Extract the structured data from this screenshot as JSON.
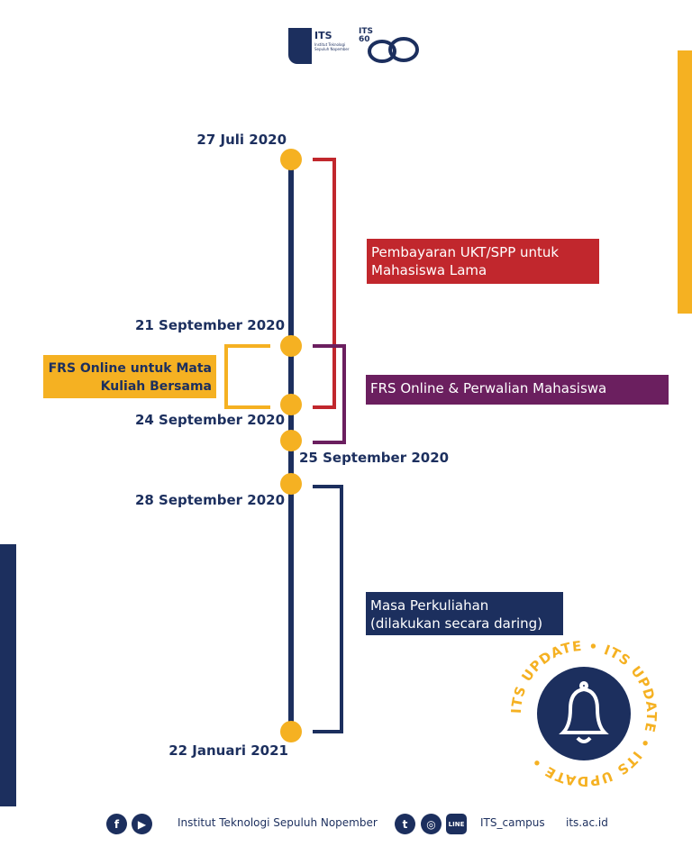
{
  "header": {
    "logo_its": "ITS",
    "logo_its_subtitle": "Institut Teknologi Sepuluh Nopember",
    "logo_60": "ITS 60"
  },
  "colors": {
    "navy": "#1c2f5e",
    "yellow": "#f5b122",
    "red": "#c1272d",
    "purple": "#6b1f5f"
  },
  "timeline": {
    "dates": [
      "27 Juli 2020",
      "21 September 2020",
      "24 September 2020",
      "25 September 2020",
      "28 September 2020",
      "22 Januari 2021"
    ],
    "events": [
      {
        "label": "Pembayaran UKT/SPP untuk Mahasiswa Lama",
        "color": "#c1272d"
      },
      {
        "label": "FRS Online & Perwalian Mahasiswa",
        "color": "#6b1f5f"
      },
      {
        "label": "FRS Online untuk Mata Kuliah Bersama",
        "color": "#f5b122"
      },
      {
        "label": "Masa Perkuliahan (dilakukan secara daring)",
        "color": "#1c2f5e"
      }
    ]
  },
  "badge": {
    "text": "ITS UPDATE • ITS UPDATE • ITS UPDATE •",
    "icon": "bell-icon"
  },
  "footer": {
    "institution": "Institut Teknologi Sepuluh Nopember",
    "handle": "ITS_campus",
    "website": "its.ac.id",
    "icons": [
      "facebook-icon",
      "youtube-icon",
      "twitter-icon",
      "instagram-icon",
      "line-icon"
    ]
  }
}
